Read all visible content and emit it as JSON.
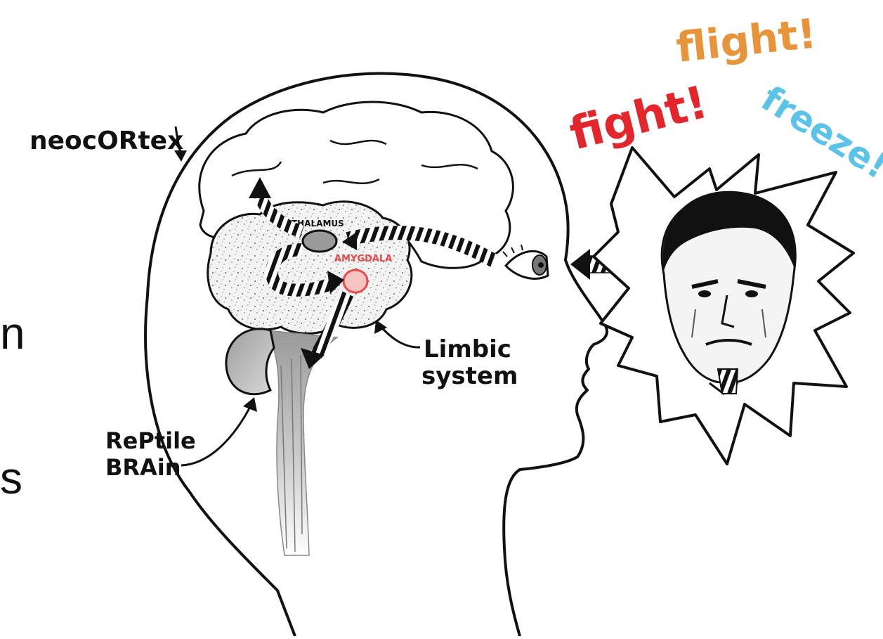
{
  "labels": {
    "neocortex": "neocORtex",
    "thalamus": "THALAMUS",
    "amygdala": "AMYGDALA",
    "limbic_line1": "Limbic",
    "limbic_line2": "system",
    "reptile_line1": "RePtile",
    "reptile_line2": "BRAin"
  },
  "reactions": {
    "fight": "fight!",
    "flight": "flight!",
    "freeze": "freeze!"
  },
  "cropped_text": {
    "line1": "n",
    "line2": "s"
  },
  "colors": {
    "fight": "#e2262b",
    "flight": "#e8943a",
    "freeze": "#5cc3e8",
    "amygdala": "#e84a4a",
    "outline": "#111111"
  }
}
